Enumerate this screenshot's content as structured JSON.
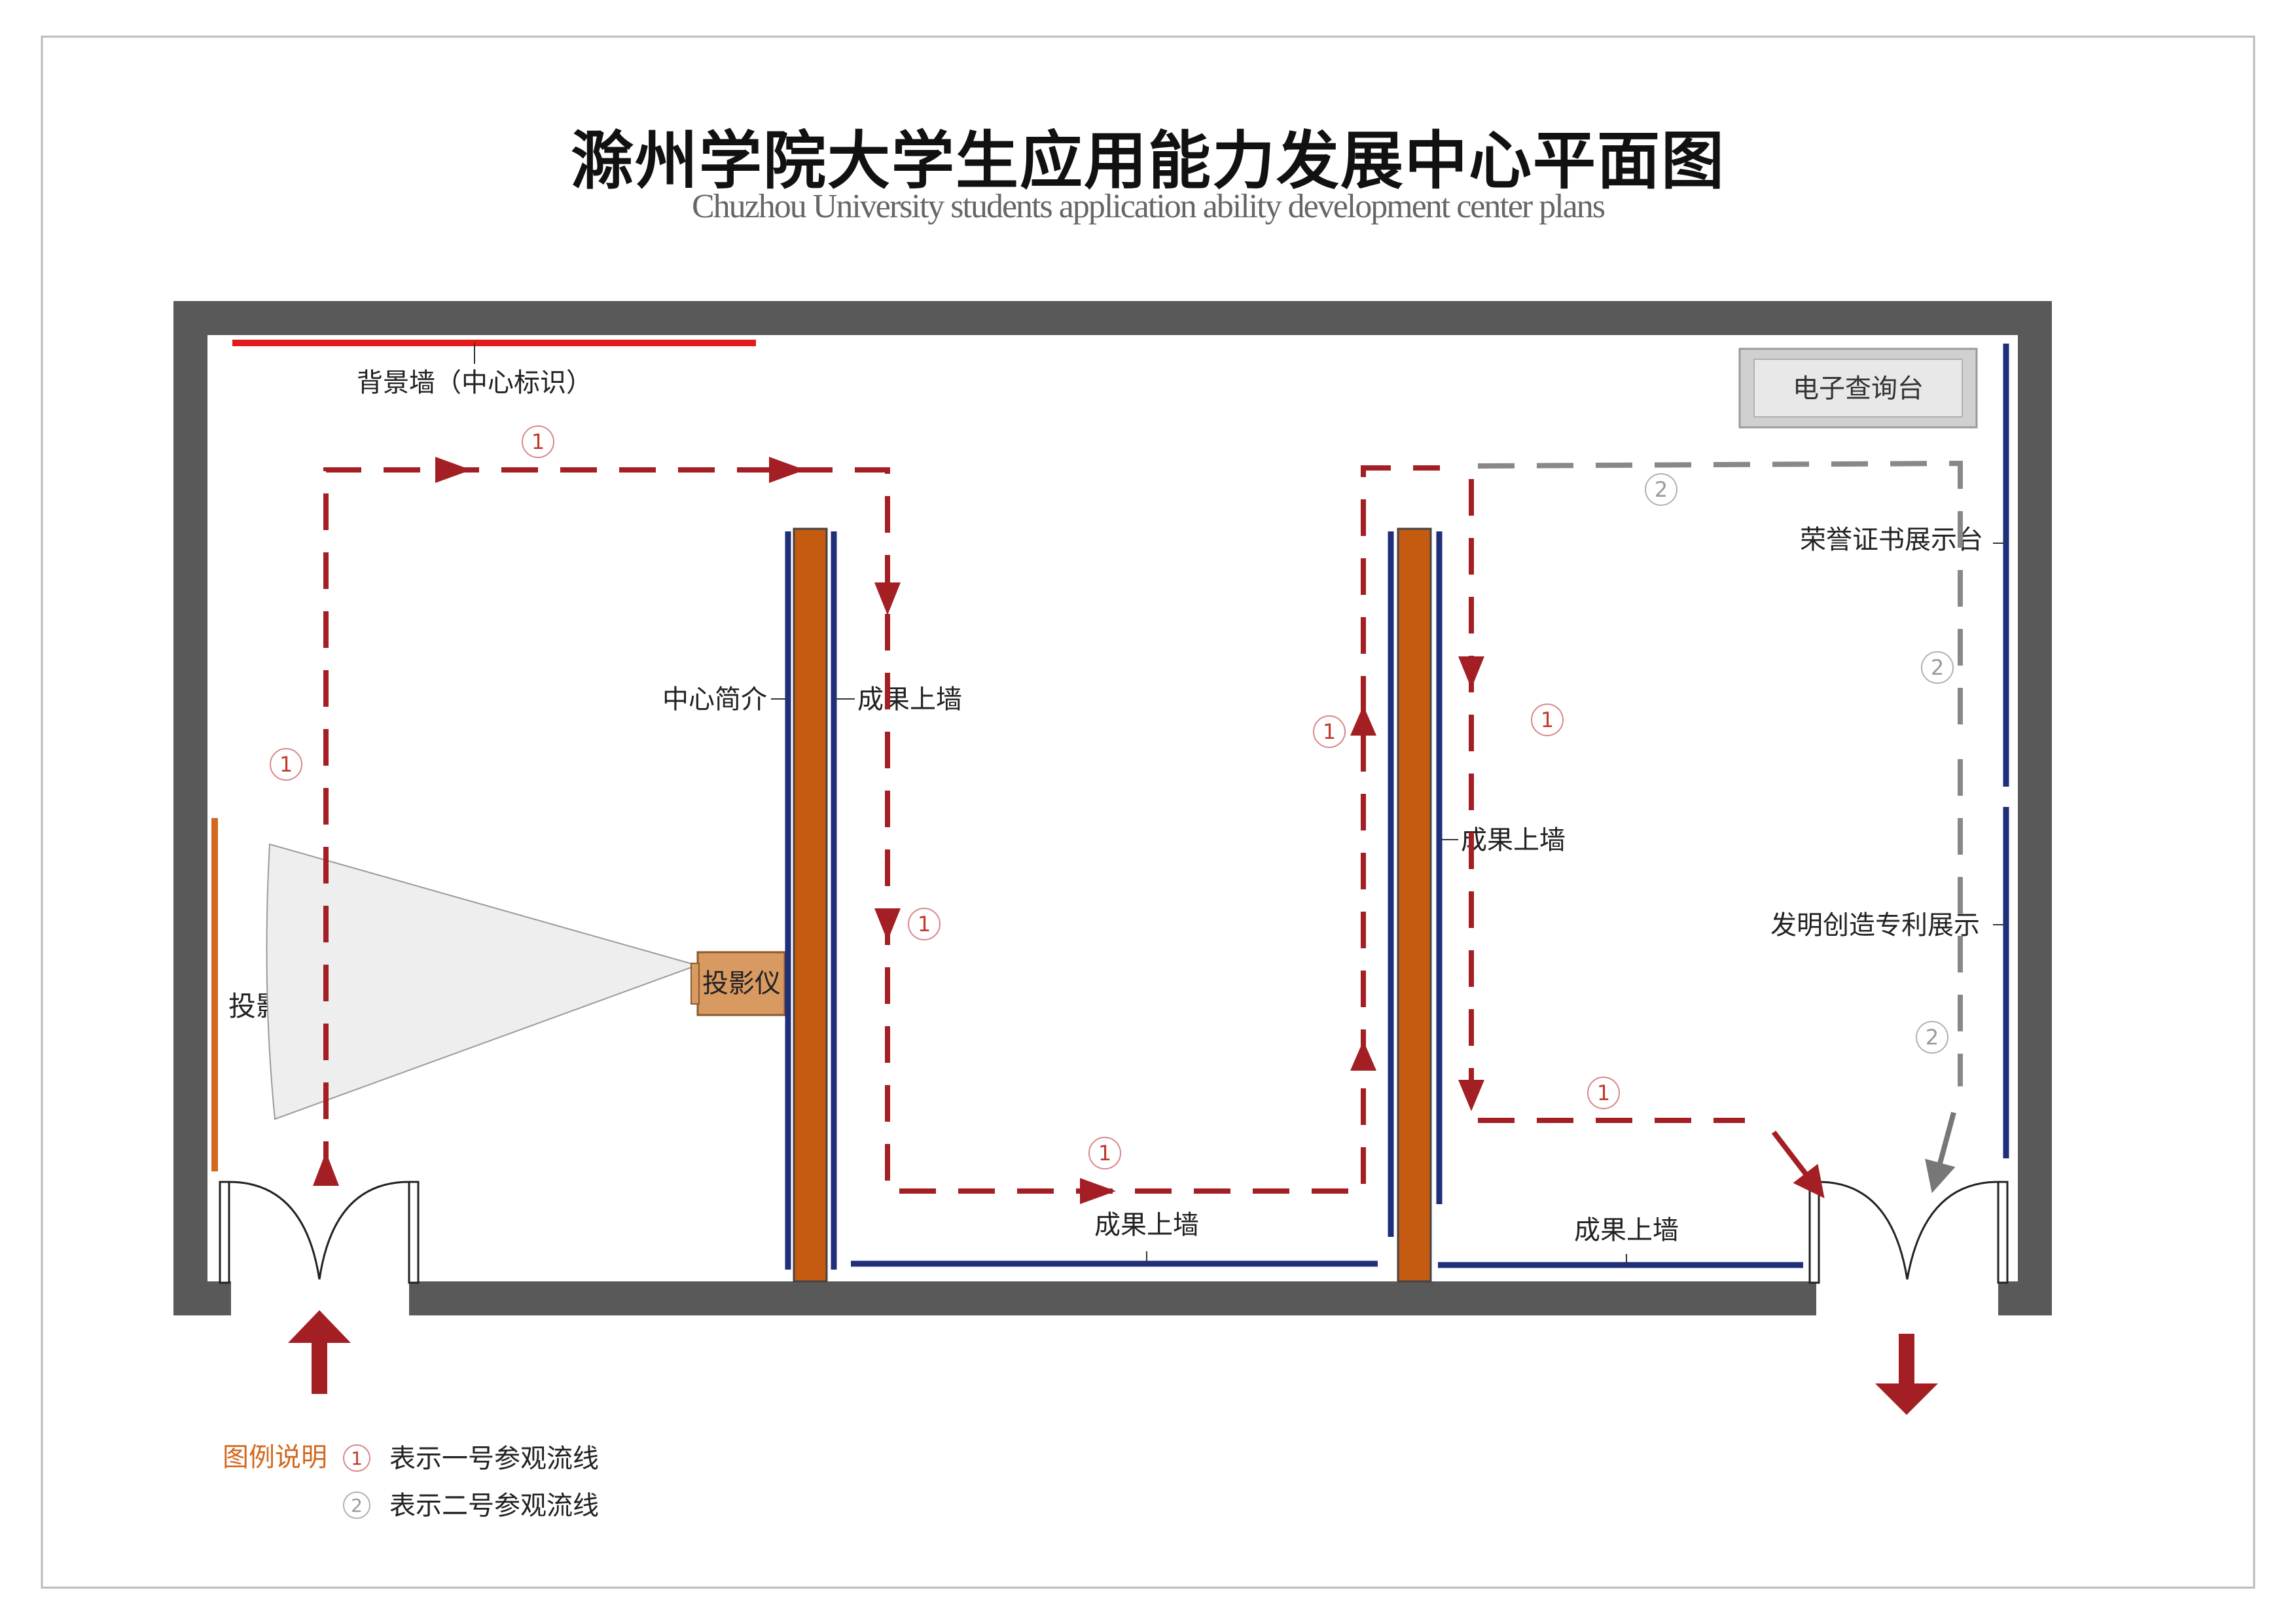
{
  "title": "滁州学院大学生应用能力发展中心平面图",
  "subtitle": "Chuzhou University students application ability development center plans",
  "labels": {
    "background_wall": "背景墙（中心标识）",
    "kiosk": "电子查询台",
    "honor_display": "荣誉证书展示台",
    "patent_display": "发明创造专利展示",
    "center_intro": "中心简介",
    "results_wall": "成果上墙",
    "projector": "投影仪",
    "screen": "投影幕"
  },
  "route_markers": {
    "route1": "1",
    "route2": "2"
  },
  "legend": {
    "title": "图例说明",
    "items": [
      {
        "marker": "1",
        "text": "表示一号参观流线",
        "color": "#b22222"
      },
      {
        "marker": "2",
        "text": "表示二号参观流线",
        "color": "#888888"
      }
    ]
  },
  "colors": {
    "wall": "#595959",
    "route1": "#a31f24",
    "route2": "#888888",
    "partition": "#c55a11",
    "blue_wall": "#1f2f7a",
    "red_wall": "#e31b1b",
    "legend_title": "#d2691e",
    "projector": "#d99a62"
  }
}
